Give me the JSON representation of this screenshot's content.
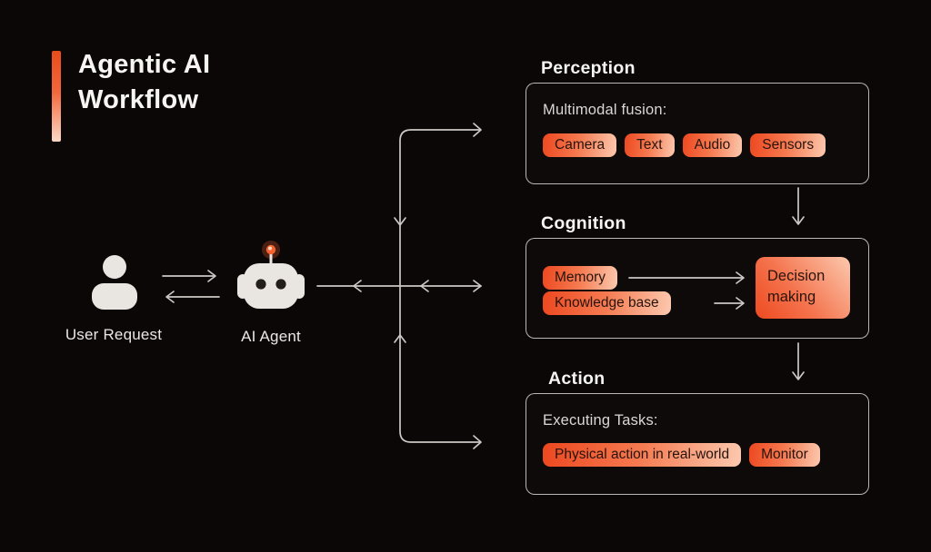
{
  "title": {
    "text": "Agentic AI Workflow"
  },
  "actors": {
    "user_label": "User Request",
    "agent_label": "AI Agent"
  },
  "sections": {
    "perception": {
      "heading": "Perception",
      "subtitle": "Multimodal fusion:",
      "tags": [
        "Camera",
        "Text",
        "Audio",
        "Sensors"
      ]
    },
    "cognition": {
      "heading": "Cognition",
      "memory_tag": "Memory",
      "knowledge_tag": "Knowledge base",
      "decision_box": "Decision making"
    },
    "action": {
      "heading": "Action",
      "subtitle": "Executing Tasks:",
      "tags": [
        "Physical action in real-world",
        "Monitor"
      ]
    }
  },
  "colors": {
    "background": "#0b0707",
    "accent_gradient_start": "#ed4820",
    "accent_gradient_end": "#fcc9af",
    "heading_text": "#f6f4f2",
    "body_text": "#dbd7d4",
    "tag_text": "#26140d",
    "connector_line": "#ccc8c5",
    "antenna_glow": "#f4622f"
  }
}
